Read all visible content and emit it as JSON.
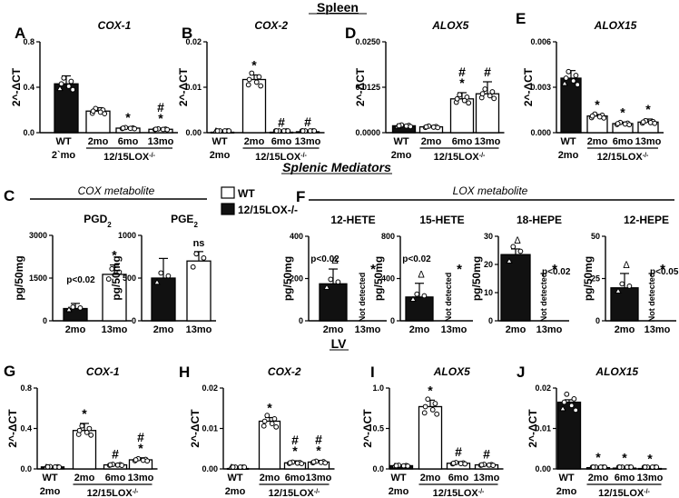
{
  "figure": {
    "section_titles": {
      "spleen": "Spleen",
      "mediators": "Splenic Mediators",
      "lv": "LV"
    },
    "legend": {
      "wt": "WT",
      "ko": "12/15LOX-/-"
    },
    "group_labels": {
      "cox": "COX metabolite",
      "lox": "LOX metabolite"
    },
    "colors": {
      "dark": "#111111",
      "white": "#ffffff",
      "stroke": "#000000"
    }
  },
  "chart_data": [
    {
      "id": "A",
      "type": "bar",
      "title": "COX-1",
      "ylabel": "2^-ΔCT",
      "ylim": [
        0,
        0.8
      ],
      "yticks": [
        "0.0",
        "0.4",
        "0.8"
      ],
      "categories": [
        "WT 2mo",
        "2mo",
        "6mo",
        "13mo"
      ],
      "tick_labels": [
        "WT",
        "2mo",
        "6mo",
        "13mo"
      ],
      "tick_sub": "2`mo",
      "group_label": "12/15LOX-/-",
      "values": [
        0.43,
        0.19,
        0.04,
        0.03
      ],
      "errors": [
        0.07,
        0.03,
        0.01,
        0.01
      ],
      "annotations": [
        "",
        "",
        "*",
        "#\n*"
      ]
    },
    {
      "id": "B",
      "type": "bar",
      "title": "COX-2",
      "ylabel": "2^-ΔCT",
      "ylim": [
        0,
        0.02
      ],
      "yticks": [
        "0.00",
        "0.01",
        "0.02"
      ],
      "categories": [
        "WT 2mo",
        "2mo",
        "6mo",
        "13mo"
      ],
      "tick_labels": [
        "WT",
        "2mo",
        "6mo",
        "13mo"
      ],
      "tick_sub": "2mo",
      "group_label": "12/15LOX-/-",
      "values": [
        0.0001,
        0.0117,
        0.0001,
        0.0002
      ],
      "errors": [
        5e-05,
        0.001,
        5e-05,
        5e-05
      ],
      "annotations": [
        "",
        "*",
        "#",
        "#"
      ]
    },
    {
      "id": "D",
      "type": "bar",
      "title": "ALOX5",
      "ylabel": "2^-ΔCT",
      "ylim": [
        0,
        0.025
      ],
      "yticks": [
        "0.0000",
        "0.0125",
        "0.0250"
      ],
      "categories": [
        "WT 2mo",
        "2mo",
        "6mo",
        "13mo"
      ],
      "tick_labels": [
        "WT",
        "2mo",
        "6mo",
        "13mo"
      ],
      "tick_sub": "2mo",
      "group_label": "12/15LOX-/-",
      "values": [
        0.0019,
        0.0016,
        0.0093,
        0.0107
      ],
      "errors": [
        0.0003,
        0.0003,
        0.0017,
        0.0033
      ],
      "annotations": [
        "",
        "",
        "#\n*",
        "#"
      ]
    },
    {
      "id": "E",
      "type": "bar",
      "title": "ALOX15",
      "ylabel": "2^-ΔCT",
      "ylim": [
        0,
        0.006
      ],
      "yticks": [
        "0.000",
        "0.003",
        "0.006"
      ],
      "categories": [
        "WT 2mo",
        "2mo",
        "6mo",
        "13mo"
      ],
      "tick_labels": [
        "WT",
        "2mo",
        "6mo",
        "13mo"
      ],
      "tick_sub": "2mo",
      "group_label": "12/15LOX-/-",
      "values": [
        0.0036,
        0.0011,
        0.0006,
        0.0007
      ],
      "errors": [
        0.0005,
        0.0001,
        0.0001,
        0.0002
      ],
      "annotations": [
        "",
        "*",
        "*",
        "*"
      ]
    },
    {
      "id": "C1",
      "type": "bar",
      "title": "PGD",
      "title_sub": "2",
      "ylabel": "pg/50mg",
      "ylim": [
        0,
        3000
      ],
      "yticks": [
        "0",
        "1500",
        "3000"
      ],
      "categories": [
        "2mo",
        "13mo"
      ],
      "tick_labels": [
        "2mo",
        "13mo"
      ],
      "values": [
        430,
        1630
      ],
      "errors": [
        180,
        330
      ],
      "annotations": [
        "",
        "*"
      ],
      "pvalue": "p<0.02"
    },
    {
      "id": "C2",
      "type": "bar",
      "title": "PGE",
      "title_sub": "2",
      "ylabel": "pg/50mg",
      "ylim": [
        0,
        1000
      ],
      "yticks": [
        "0",
        "500",
        "1000"
      ],
      "categories": [
        "2mo",
        "13mo"
      ],
      "tick_labels": [
        "2mo",
        "13mo"
      ],
      "values": [
        500,
        700
      ],
      "errors": [
        230,
        110
      ],
      "annotations": [
        "",
        "ns"
      ]
    },
    {
      "id": "F1",
      "type": "bar",
      "title": "12-HETE",
      "ylabel": "pg/50mg",
      "ylim": [
        0,
        400
      ],
      "yticks": [
        "0",
        "200",
        "400"
      ],
      "categories": [
        "2mo",
        "13mo"
      ],
      "tick_labels": [
        "2mo",
        "13mo"
      ],
      "values": [
        175,
        0
      ],
      "errors": [
        70,
        0
      ],
      "annotations": [
        "Δ",
        "*"
      ],
      "pvalue": "p<0.02",
      "not_detected": "Not detected"
    },
    {
      "id": "F2",
      "type": "bar",
      "title": "15-HETE",
      "ylabel": "pg/50mg",
      "ylim": [
        0,
        800
      ],
      "yticks": [
        "0",
        "400",
        "800"
      ],
      "categories": [
        "2mo",
        "13mo"
      ],
      "tick_labels": [
        "2mo",
        "13mo"
      ],
      "values": [
        225,
        0
      ],
      "errors": [
        130,
        0
      ],
      "annotations": [
        "Δ",
        "*"
      ],
      "pvalue": "p<0.02",
      "not_detected": "Not detected"
    },
    {
      "id": "F3",
      "type": "bar",
      "title": "18-HEPE",
      "ylabel": "pg/50mg",
      "ylim": [
        0,
        30
      ],
      "yticks": [
        "0",
        "10",
        "20",
        "30"
      ],
      "categories": [
        "2mo",
        "13mo"
      ],
      "tick_labels": [
        "2mo",
        "13mo"
      ],
      "values": [
        23.5,
        0
      ],
      "errors": [
        2.0,
        0
      ],
      "annotations": [
        "Δ",
        "*"
      ],
      "pvalue": "p<0.02",
      "not_detected": "Not detected"
    },
    {
      "id": "F4",
      "type": "bar",
      "title": "12-HEPE",
      "ylabel": "pg/50mg",
      "ylim": [
        0,
        50
      ],
      "yticks": [
        "0",
        "25",
        "50"
      ],
      "categories": [
        "2mo",
        "13mo"
      ],
      "tick_labels": [
        "2mo",
        "13mo"
      ],
      "values": [
        19.5,
        0
      ],
      "errors": [
        8.5,
        0
      ],
      "annotations": [
        "Δ",
        "*"
      ],
      "pvalue": "p<0.05",
      "not_detected": "Not detected"
    },
    {
      "id": "G",
      "type": "bar",
      "title": "COX-1",
      "ylabel": "2^-ΔCT",
      "ylim": [
        0,
        0.8
      ],
      "yticks": [
        "0.0",
        "0.4",
        "0.8"
      ],
      "categories": [
        "WT 2mo",
        "2mo",
        "6mo",
        "13mo"
      ],
      "tick_labels": [
        "WT",
        "2mo",
        "6mo",
        "13mo"
      ],
      "tick_sub": "2mo",
      "group_label": "12/15LOX-/-",
      "values": [
        0.02,
        0.38,
        0.04,
        0.09
      ],
      "errors": [
        0.005,
        0.07,
        0.01,
        0.02
      ],
      "annotations": [
        "",
        "*",
        "#",
        "#\n*"
      ]
    },
    {
      "id": "H",
      "type": "bar",
      "title": "COX-2",
      "ylabel": "2^-ΔCT",
      "ylim": [
        0,
        0.02
      ],
      "yticks": [
        "0.00",
        "0.01",
        "0.02"
      ],
      "categories": [
        "WT 2mo",
        "2mo",
        "6mo",
        "13mo"
      ],
      "tick_labels": [
        "WT",
        "2mo",
        "6mo",
        "13mo"
      ],
      "tick_sub": "2mo",
      "group_label": "12/15LOX-/-",
      "values": [
        0.0001,
        0.0118,
        0.0015,
        0.0017
      ],
      "errors": [
        5e-05,
        0.0009,
        0.0005,
        0.0004
      ],
      "annotations": [
        "",
        "*",
        "#\n*",
        "#\n*"
      ]
    },
    {
      "id": "I",
      "type": "bar",
      "title": "ALOX5",
      "ylabel": "2^-ΔCT",
      "ylim": [
        0,
        1.0
      ],
      "yticks": [
        "0.0",
        "0.5",
        "1.0"
      ],
      "categories": [
        "WT 2mo",
        "2mo",
        "6mo",
        "13mo"
      ],
      "tick_labels": [
        "WT",
        "2mo",
        "6mo",
        "13mo"
      ],
      "tick_sub": "2mo",
      "group_label": "12/15LOX-/-",
      "values": [
        0.04,
        0.77,
        0.07,
        0.05
      ],
      "errors": [
        0.01,
        0.08,
        0.02,
        0.01
      ],
      "annotations": [
        "",
        "*",
        "#",
        "#"
      ]
    },
    {
      "id": "J",
      "type": "bar",
      "title": "ALOX15",
      "ylabel": "2^-ΔCT",
      "ylim": [
        0,
        0.02
      ],
      "yticks": [
        "0.00",
        "0.01",
        "0.02"
      ],
      "categories": [
        "WT 2mo",
        "2mo",
        "6mo",
        "13mo"
      ],
      "tick_labels": [
        "WT",
        "2mo",
        "6mo",
        "13mo"
      ],
      "tick_sub": "2mo",
      "group_label": "12/15LOX-/-",
      "values": [
        0.0165,
        0.0003,
        0.0002,
        0.0001
      ],
      "errors": [
        0.0006,
        0.0001,
        0.0001,
        5e-05
      ],
      "annotations": [
        "",
        "*",
        "*",
        "*"
      ]
    }
  ]
}
